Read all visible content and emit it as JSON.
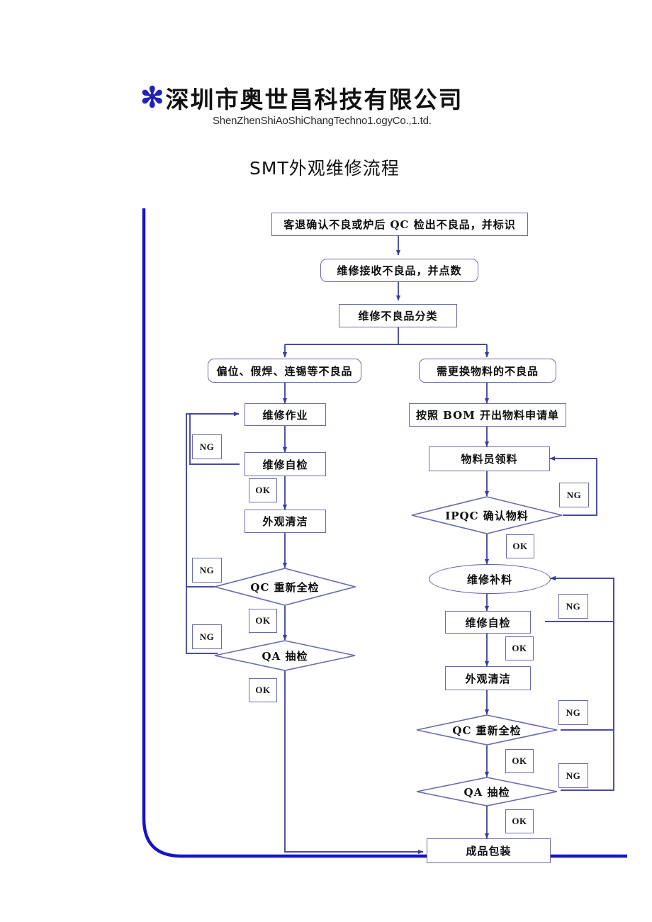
{
  "header": {
    "asterisk": "✻",
    "company_cn": "深圳市奥世昌科技有限公司",
    "company_en": "ShenZhenShiAoShiChangTechno1.ogyCo.,1.td.",
    "doc_title": "SMT外观维修流程"
  },
  "colors": {
    "frame": "#1414c8",
    "node_border": "#6b6bb0",
    "connector": "#4a4aa8",
    "text": "#0d0d0d",
    "asterisk": "#2222bb"
  },
  "flow": {
    "start": "客退确认不良或炉后 QC 检出不良品，并标识",
    "receive": "维修接收不良品，并点数",
    "classify": "维修不良品分类",
    "branch_left": "偏位、假焊、连锡等不良品",
    "branch_right": "需更换物料的不良品",
    "left": {
      "repair": "维修作业",
      "self_check": "维修自检",
      "clean": "外观清洁",
      "qc_full": "QC 重新全检",
      "qa_sample": "QA 抽检",
      "tags": {
        "ng_repair": "NG",
        "ok_self_check": "OK",
        "ng_qc": "NG",
        "ok_qc": "OK",
        "ng_qa": "NG",
        "ok_qa": "OK"
      }
    },
    "right": {
      "bom": "按照 BOM 开出物料申请单",
      "picker": "物料员领料",
      "ipqc": "IPQC 确认物料",
      "refill": "维修补料",
      "self_check": "维修自检",
      "clean": "外观清洁",
      "qc_full": "QC 重新全检",
      "qa_sample": "QA 抽检",
      "tags": {
        "ng_ipqc": "NG",
        "ok_ipqc": "OK",
        "ng_self_check": "NG",
        "ok_self_check": "OK",
        "ng_qc": "NG",
        "ok_qc": "OK",
        "ng_qa": "NG",
        "ok_qa": "OK"
      }
    },
    "end": "成品包装"
  }
}
